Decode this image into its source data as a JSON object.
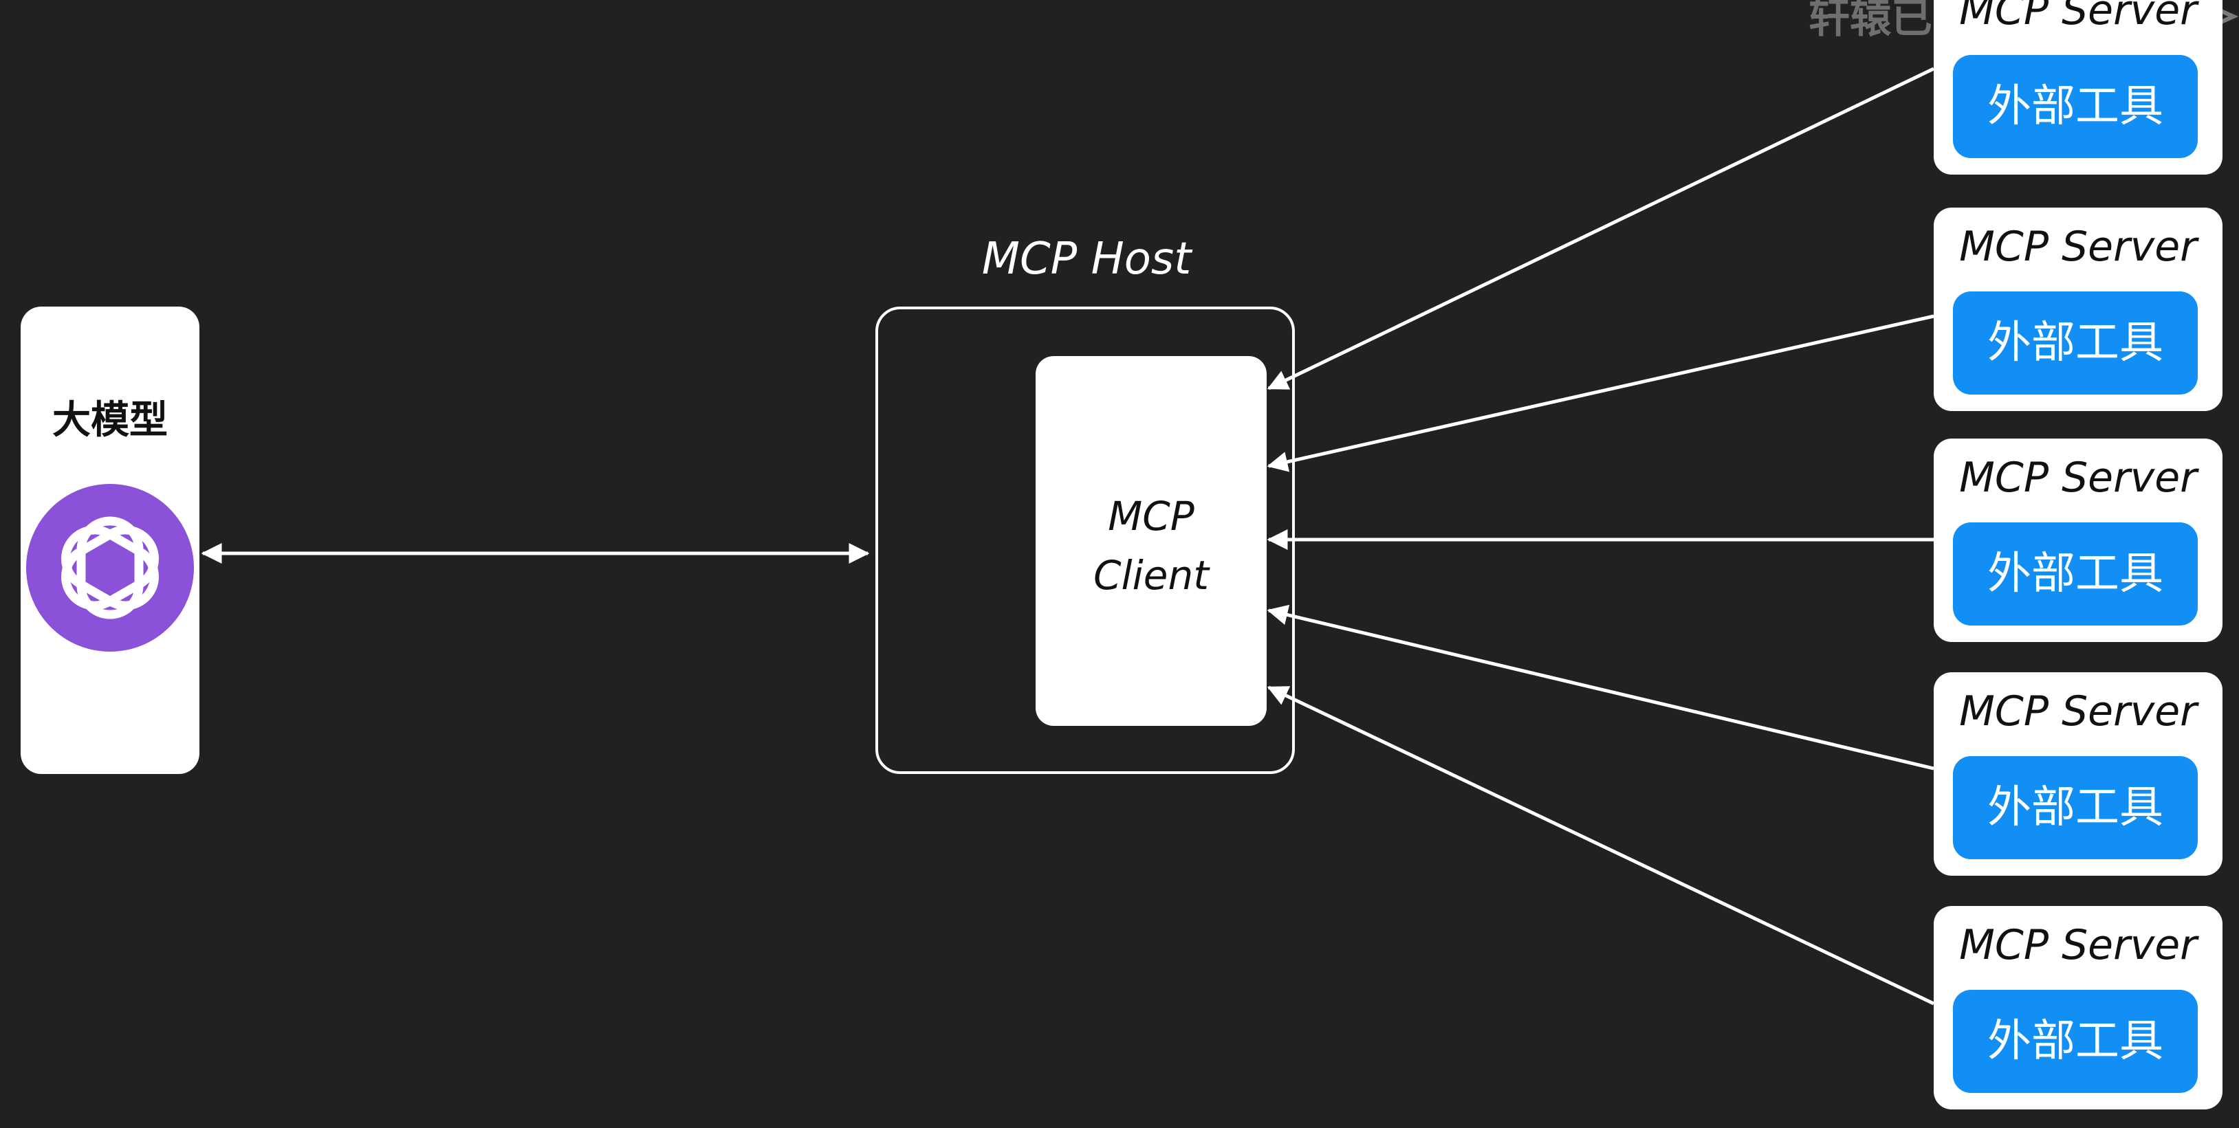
{
  "watermark": "轩辕已",
  "model": {
    "title": "大模型",
    "logo_icon": "openai-logo-icon",
    "logo_color": "#8b51d9"
  },
  "host": {
    "label": "MCP Host",
    "client_line1": "MCP",
    "client_line2": "Client"
  },
  "servers": [
    {
      "title": "MCP Server",
      "tool": "外部工具"
    },
    {
      "title": "MCP Server",
      "tool": "外部工具"
    },
    {
      "title": "MCP Server",
      "tool": "外部工具"
    },
    {
      "title": "MCP Server",
      "tool": "外部工具"
    },
    {
      "title": "MCP Server",
      "tool": "外部工具"
    }
  ],
  "colors": {
    "background": "#212121",
    "tool_blue": "#118ff5",
    "line": "#ffffff"
  }
}
